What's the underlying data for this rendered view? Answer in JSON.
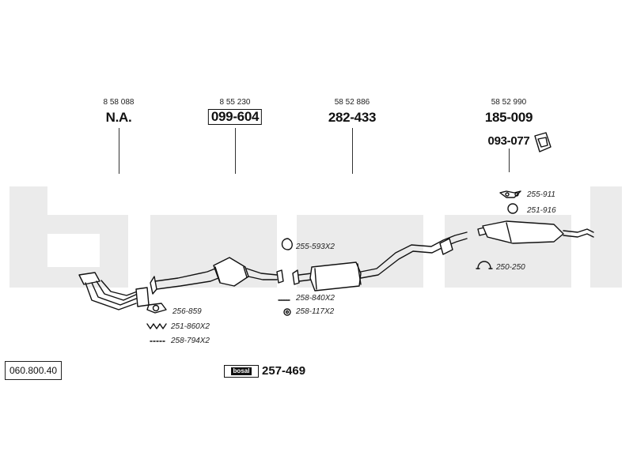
{
  "watermark": {
    "brand": "bosal"
  },
  "catalog_number": "060.800.40",
  "groups": [
    {
      "oem": "8 58 088",
      "part": "N.A."
    },
    {
      "oem": "8 55 230",
      "part": "099-604"
    },
    {
      "oem": "58 52 886",
      "part": "282-433"
    },
    {
      "oem": "58 52 990",
      "part": "185-009"
    }
  ],
  "bracket_part": "093-077",
  "fittings": [
    {
      "label": "256-859"
    },
    {
      "label": "251-860X2"
    },
    {
      "label": "258-794X2"
    },
    {
      "label": "255-593X2"
    },
    {
      "label": "258-840X2"
    },
    {
      "label": "258-117X2"
    },
    {
      "label": "255-911"
    },
    {
      "label": "251-916"
    },
    {
      "label": "250-250"
    }
  ],
  "bosal_logo": "bosal",
  "bosal_part": "257-469"
}
